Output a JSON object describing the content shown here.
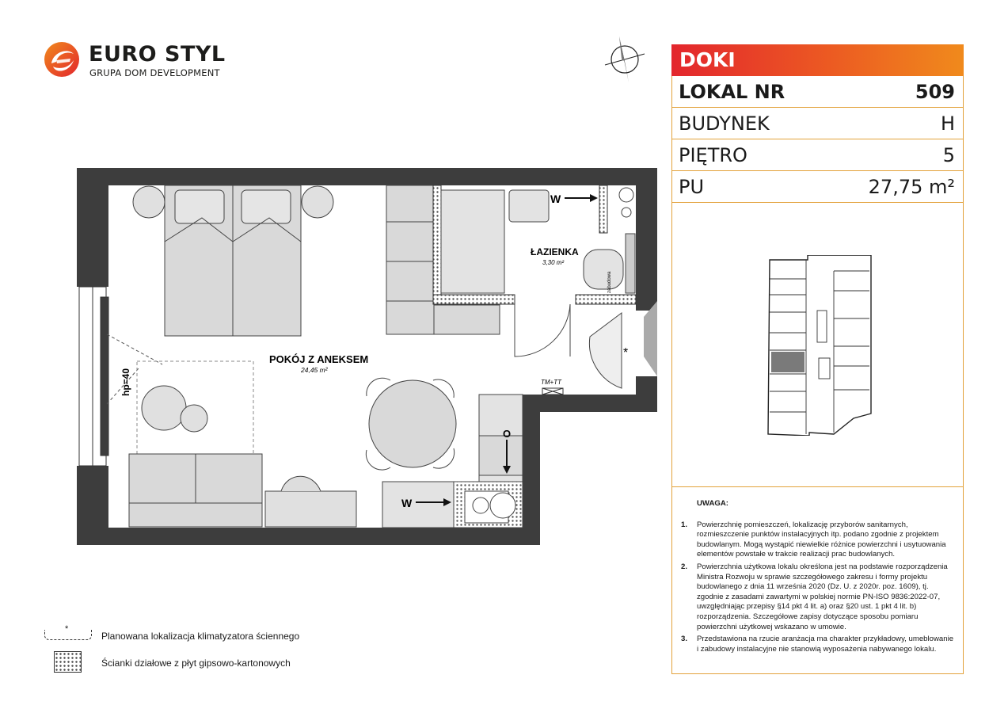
{
  "logo": {
    "name": "EURO STYL",
    "subtitle": "GRUPA DOM DEVELOPMENT",
    "colors": {
      "red": "#e3262d",
      "orange": "#f08a1c"
    }
  },
  "project": {
    "name": "DOKI"
  },
  "unit": {
    "rows": [
      {
        "label": "LOKAL NR",
        "value": "509"
      },
      {
        "label": "BUDYNEK",
        "value": "H"
      },
      {
        "label": "PIĘTRO",
        "value": "5"
      },
      {
        "label": "PU",
        "value": "27,75 m²"
      }
    ]
  },
  "plan": {
    "room_main": {
      "name": "POKÓJ Z ANEKSEM",
      "area": "24,45 m²"
    },
    "room_bath": {
      "name": "ŁAZIENKA",
      "area": "3,30 m²"
    },
    "labels": {
      "hp": "hp=40",
      "tm": "TM+TT",
      "w1": "W",
      "w2": "W",
      "o": "O",
      "vent": "zabudowa",
      "ac": "*"
    }
  },
  "notes": {
    "title": "UWAGA:",
    "items": [
      {
        "num": "1.",
        "text": "Powierzchnię pomieszczeń, lokalizację przyborów sanitarnych, rozmieszczenie punktów instalacyjnych itp. podano zgodnie z projektem budowlanym. Mogą wystąpić niewielkie różnice powierzchni i usytuowania elementów powstałe w trakcie realizacji prac budowlanych."
      },
      {
        "num": "2.",
        "text": "Powierzchnia użytkowa lokalu określona jest na podstawie rozporządzenia Ministra Rozwoju w sprawie szczegółowego zakresu i formy projektu budowlanego z dnia 11 września 2020 (Dz. U. z 2020r. poz. 1609), tj. zgodnie z zasadami zawartymi w polskiej normie PN-ISO 9836:2022-07, uwzględniając przepisy §14 pkt 4 lit. a) oraz §20 ust. 1 pkt 4 lit. b) rozporządzenia. Szczegółowe zapisy dotyczące sposobu pomiaru powierzchni użytkowej wskazano w umowie."
      },
      {
        "num": "3.",
        "text": "Przedstawiona na rzucie aranżacja ma charakter przykładowy, umeblowanie i zabudowy instalacyjne nie stanowią wyposażenia nabywanego lokalu."
      }
    ]
  },
  "legend": {
    "ac_symbol": "*",
    "ac": "Planowana lokalizacja klimatyzatora ściennego",
    "drywall": "Ścianki działowe z płyt gipsowo-kartonowych"
  }
}
